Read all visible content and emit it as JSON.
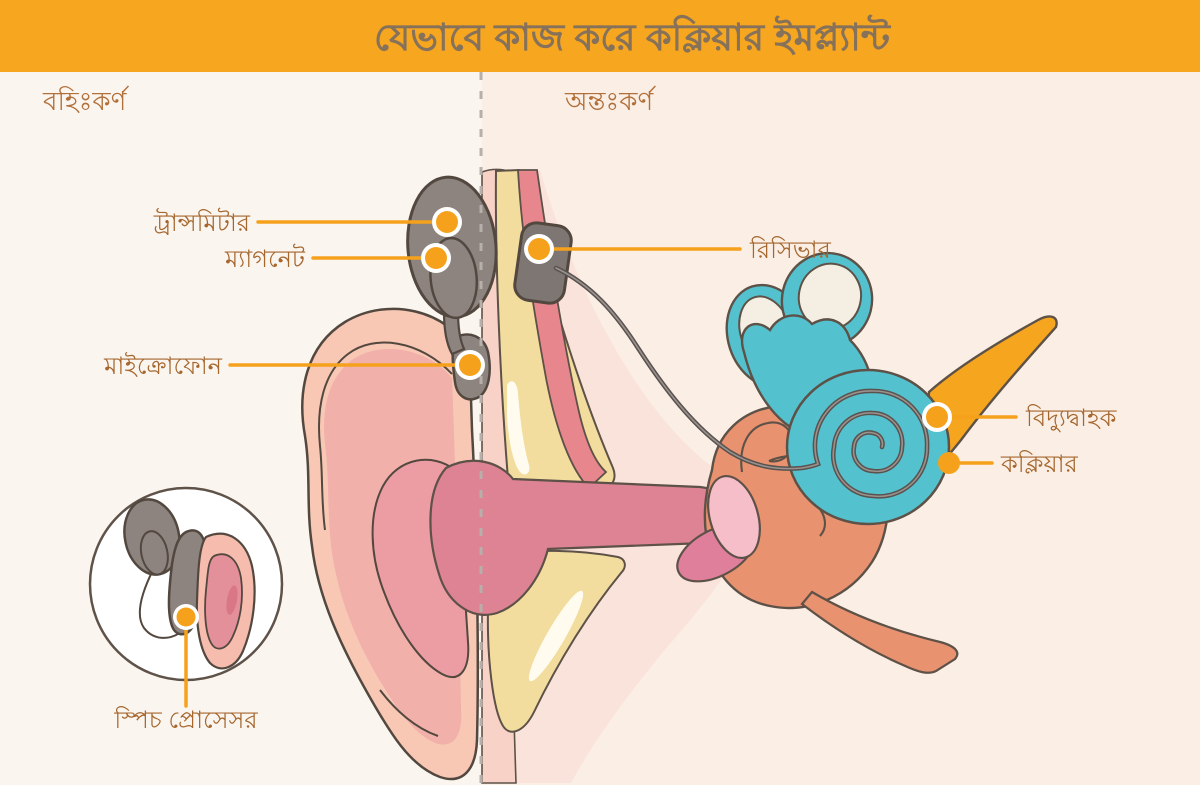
{
  "header": {
    "title": "যেভাবে কাজ করে কক্লিয়ার ইমপ্ল্যান্ট",
    "background_color": "#F6A61F",
    "title_color": "#86715A"
  },
  "sections": {
    "left_label": "বহিঃকর্ণ",
    "right_label": "অন্তঃকর্ণ",
    "divider_style": "vertical-dashed-line"
  },
  "callouts": {
    "transmitter": "ট্রান্সমিটার",
    "magnet": "ম্যাগনেট",
    "microphone": "মাইক্রোফোন",
    "receiver": "রিসিভার",
    "electrode": "বিদ্যুদ্বাহক",
    "cochlea": "কক্লিয়ার",
    "speech_processor": "স্পিচ প্রোসেসর"
  },
  "colors": {
    "accent_orange": "#F6A11C",
    "label_brown": "#A5672E",
    "left_background": "#FBF5F0",
    "right_background": "#FAEEE5",
    "skin_pink": "#F8C8B5",
    "canal_pink": "#DD8394",
    "bone_cream": "#F2DC9E",
    "middle_ear_salmon": "#E9926F",
    "inner_ear_teal": "#54C2CE",
    "nerve_orange": "#F6A51E",
    "device_gray": "#8D8480",
    "wire_gray": "#5A524E"
  }
}
